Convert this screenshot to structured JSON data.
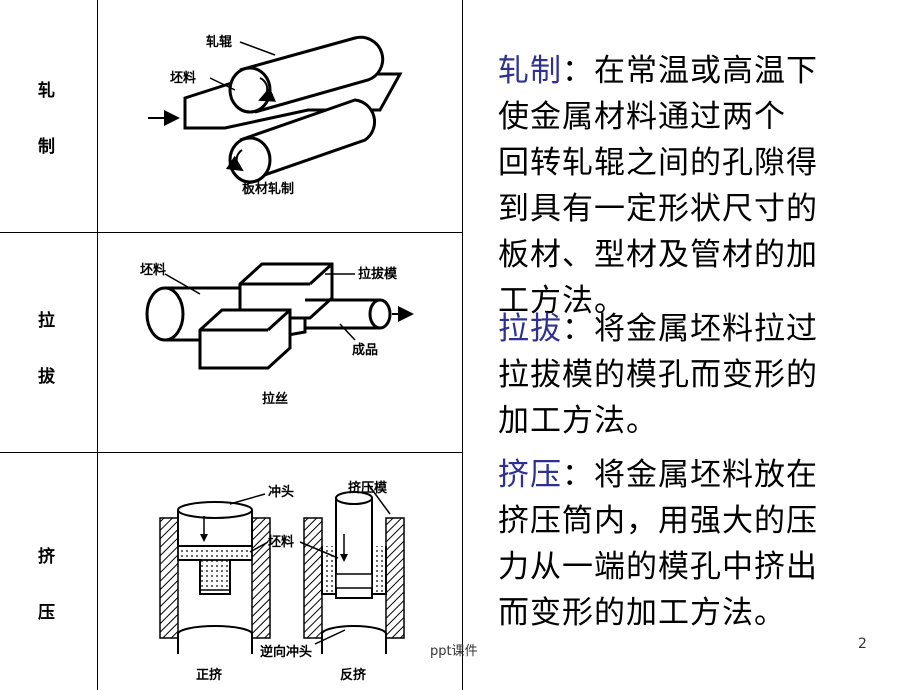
{
  "rows": [
    {
      "label_lines": [
        "轧",
        "制"
      ],
      "caption": "板材轧制",
      "labels": [
        "轧辊",
        "坯料"
      ]
    },
    {
      "label_lines": [
        "拉",
        "拔"
      ],
      "caption": "拉丝",
      "labels": [
        "坯料",
        "拉拔模",
        "成品"
      ]
    },
    {
      "label_lines": [
        "挤",
        "压"
      ],
      "captions": [
        "正挤",
        "反挤"
      ],
      "labels": [
        "冲头",
        "挤压模",
        "坯料",
        "逆向冲头"
      ]
    }
  ],
  "paragraphs": [
    {
      "term": "轧制",
      "sep": "：",
      "lines": [
        "在常温或高温下",
        "使金属材料通过两个",
        "回转轧辊之间的孔隙得",
        "到具有一定形状尺寸的",
        "板材、型材及管材的加",
        "工方法。"
      ]
    },
    {
      "term": "拉拔",
      "sep": "：",
      "lines": [
        "将金属坯料拉过",
        "拉拔模的模孔而变形的",
        "加工方法。"
      ]
    },
    {
      "term": "挤压",
      "sep": "：",
      "lines": [
        "将金属坯料放在",
        "挤压筒内，用强大的压",
        "力从一端的模孔中挤出",
        "而变形的加工方法。"
      ]
    }
  ],
  "footer": {
    "source": "ppt课件",
    "page": "2"
  },
  "colors": {
    "term": "#2e3192",
    "text": "#000000"
  }
}
